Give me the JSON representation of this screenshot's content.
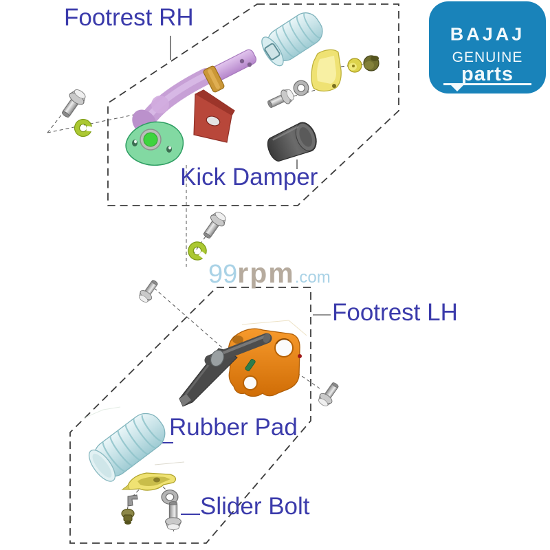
{
  "labels": {
    "footrest_rh": "Footrest RH",
    "kick_damper": "Kick Damper",
    "footrest_lh": "Footrest LH",
    "rubber_pad": "Rubber Pad",
    "slider_bolt": "Slider Bolt"
  },
  "watermark": {
    "prefix": "99",
    "mid": "rpm",
    "suffix": ".com"
  },
  "logo": {
    "brand": "BAJAJ",
    "line1": "GENUINE",
    "line2": "parts"
  },
  "palette": {
    "label_blue": "#3b3bab",
    "logo_blue": "#1983ba",
    "logo_text": "#f2f9fc",
    "watermark_blue": "#a9d2e6",
    "watermark_gray": "#b6ab9e",
    "outline_gray": "#3c3c3c",
    "leader_gray": "#555555",
    "purple": "#c7a0d6",
    "purple_light": "#d9bce8",
    "red_bracket": "#b8473a",
    "plate_green": "#82d9a2",
    "hole_green": "#3ed43e",
    "cyan_pad": "#c6e2e7",
    "yellow_part": "#efe273",
    "orange_part": "#ee8316",
    "dark_part": "#4a4a4a",
    "washer_green": "#abc832",
    "olive": "#6f6e2e"
  }
}
